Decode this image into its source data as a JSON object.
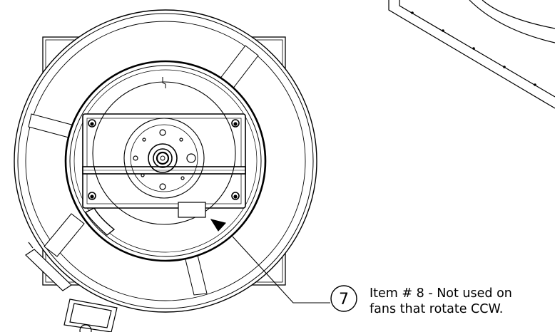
{
  "callout": {
    "number": "7",
    "note_line1": "Item # 8 - Not used on",
    "note_line2": "fans that rotate CCW."
  },
  "colors": {
    "ink": "#000000",
    "paper": "#ffffff"
  }
}
